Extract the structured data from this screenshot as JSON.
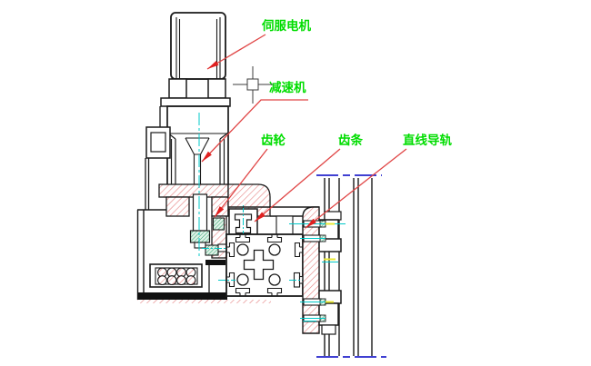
{
  "diagram": {
    "type": "cad-mechanical-section-view",
    "labels": {
      "servo_motor": "伺服电机",
      "reducer": "减速机",
      "gear": "齿轮",
      "rack": "齿条",
      "linear_guide": "直线导轨"
    },
    "colors": {
      "label_text": "#00dd00",
      "leader_line": "#e04545",
      "arrowhead": "#e02020",
      "section_hatch_red": "#e58080",
      "bolt_hatch_green": "#2f9e68",
      "rail_end_blue": "#2525cc",
      "centerline_cyan": "#00c8c8",
      "highlight_yellow": "#e8e834",
      "outline_black": "#1a1a1a",
      "cursor_gray": "#3c3c3c",
      "background": "#ffffff"
    }
  }
}
